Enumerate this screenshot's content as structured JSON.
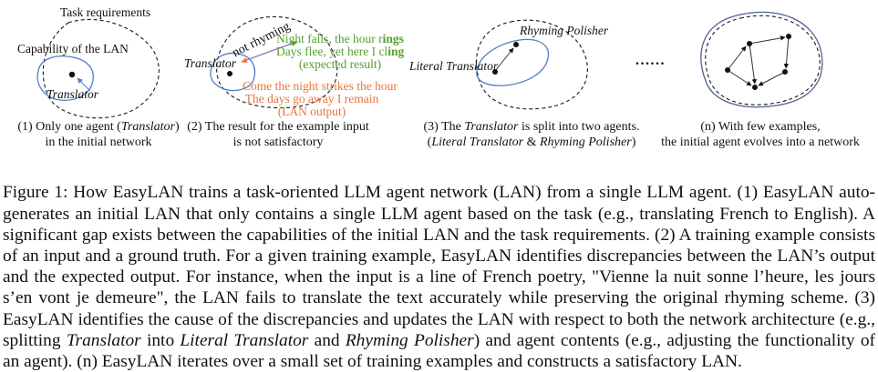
{
  "colors": {
    "blob_blue": "#4d7ec6",
    "network_blue": "#4f6396",
    "expected_green": "#55a02f",
    "output_orange": "#e8763a",
    "arrow_purple": "#9373c8",
    "ink": "#111111"
  },
  "diagram": {
    "separator_dots": "......",
    "panel1": {
      "task_requirements_label": "Task requirements",
      "capability_label": "Capability of the LAN",
      "agent_label": "Translator",
      "caption_line1": [
        {
          "t": "(1) Only one agent ("
        },
        {
          "t": "Translator",
          "i": true
        },
        {
          "t": ")"
        }
      ],
      "caption_line2": "in the initial network"
    },
    "panel2": {
      "agent_label": "Translator",
      "arrow_label": "not rhyming",
      "expected_lines": [
        [
          {
            "t": "Night falls, the hour r"
          },
          {
            "t": "ings",
            "b": true
          }
        ],
        [
          {
            "t": "Days flee, yet here I cl"
          },
          {
            "t": "ing",
            "b": true
          }
        ],
        [
          {
            "t": "(expected result)"
          }
        ]
      ],
      "output_lines": {
        "line1": "Come the night strikes the hour",
        "line2": "The days go away I remain",
        "line3": "(LAN output)"
      },
      "caption_line1": "(2) The result for the example input",
      "caption_line2": "is not satisfactory"
    },
    "panel3": {
      "polisher_label": "Rhyming Polisher",
      "translator_label": "Literal Translator",
      "caption_line1": [
        {
          "t": "(3) The "
        },
        {
          "t": "Translator",
          "i": true
        },
        {
          "t": " is split into two agents."
        }
      ],
      "caption_line2": [
        {
          "t": "("
        },
        {
          "t": "Literal Translator",
          "i": true
        },
        {
          "t": " & "
        },
        {
          "t": "Rhyming Polisher",
          "i": true
        },
        {
          "t": ")"
        }
      ]
    },
    "paneln": {
      "caption_line1": "(n) With few examples,",
      "caption_line2": "the initial agent evolves into a network"
    }
  },
  "caption": {
    "segments": [
      {
        "t": "Figure 1: How EasyLAN trains a task-oriented LLM agent network (LAN) from a single LLM agent. (1) EasyLAN auto-generates an initial LAN that only contains a single LLM agent based on the task (e.g., translating French to English). A significant gap exists between the capabilities of the initial LAN and the task requirements. (2) A training example consists of an input and a ground truth. For a given training example, EasyLAN identifies discrepancies between the LAN’s output and the expected output. For instance, when the input is a line of French poetry, \"Vienne la nuit sonne l’heure, les jours s’en vont je demeure\", the LAN fails to translate the text accurately while preserving the original rhyming scheme. (3) EasyLAN identifies the cause of the discrepancies and updates the LAN with respect to both the network architecture (e.g., splitting "
      },
      {
        "t": "Translator",
        "i": true
      },
      {
        "t": " into "
      },
      {
        "t": "Literal Translator",
        "i": true
      },
      {
        "t": " and "
      },
      {
        "t": "Rhyming Polisher",
        "i": true
      },
      {
        "t": ") and agent contents (e.g., adjusting the functionality of an agent). (n) EasyLAN iterates over a small set of training examples and constructs a satisfactory LAN."
      }
    ]
  }
}
